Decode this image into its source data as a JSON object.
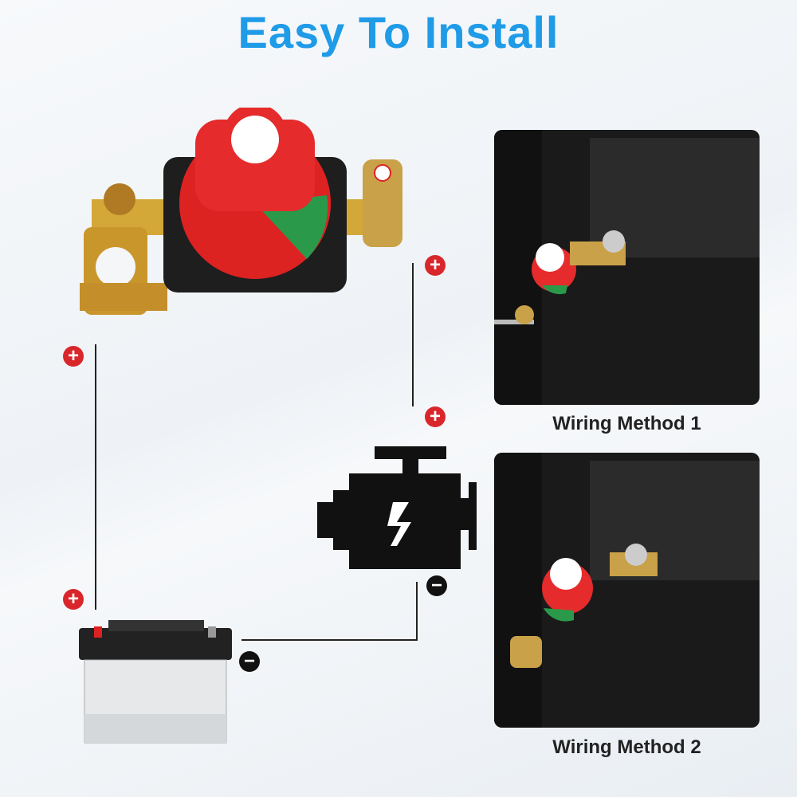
{
  "title": "Easy To Install",
  "methods": [
    {
      "caption": "Wiring Method 1"
    },
    {
      "caption": "Wiring Method 2"
    }
  ],
  "signs": {
    "plus": "+",
    "minus": "−"
  },
  "colors": {
    "title": "#1f9be8",
    "plus": "#d9262b",
    "knob": "#e52b2b",
    "brass": "#d4a838"
  }
}
